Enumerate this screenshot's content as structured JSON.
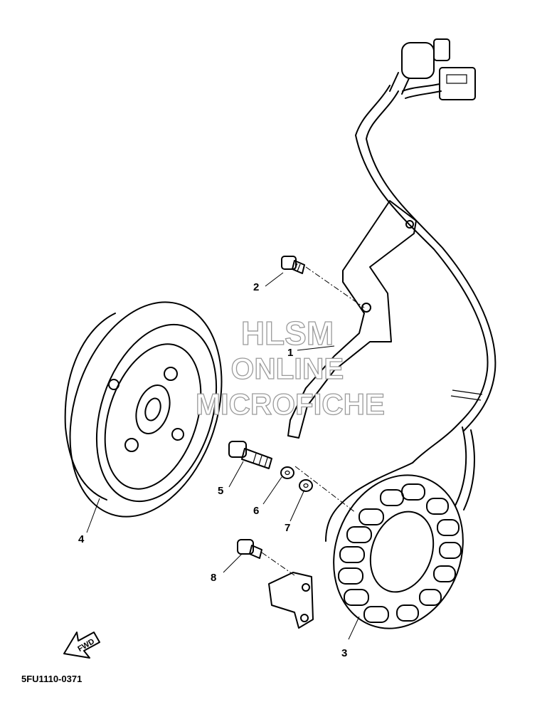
{
  "diagram": {
    "part_code": "5FU1110-0371",
    "direction_label": "FWD",
    "watermark": {
      "line1": "HLSM",
      "line2": "ONLINE",
      "line3": "MICROFICHE"
    },
    "callouts": [
      {
        "number": "1",
        "part": "bracket"
      },
      {
        "number": "2",
        "part": "bolt"
      },
      {
        "number": "3",
        "part": "stator-assembly"
      },
      {
        "number": "4",
        "part": "rotor-flywheel"
      },
      {
        "number": "5",
        "part": "bolt"
      },
      {
        "number": "6",
        "part": "washer"
      },
      {
        "number": "7",
        "part": "washer"
      },
      {
        "number": "8",
        "part": "screw"
      }
    ]
  }
}
